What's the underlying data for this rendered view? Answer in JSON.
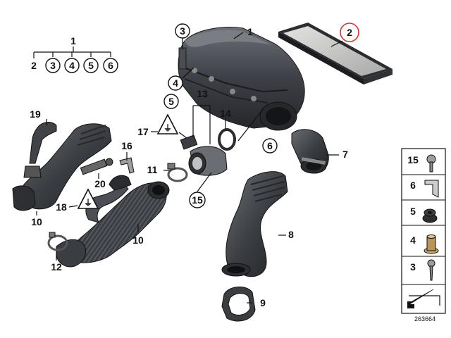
{
  "legend_tree": {
    "top": "1",
    "items": [
      "2",
      "3",
      "4",
      "5",
      "6"
    ]
  },
  "callouts": {
    "p1": "1",
    "p2": "2",
    "p3": "3",
    "p4": "4",
    "p5": "5",
    "p6": "6",
    "p7": "7",
    "p8": "8",
    "p9": "9",
    "p10a": "10",
    "p10b": "10",
    "p11": "11",
    "p12": "12",
    "p13": "13",
    "p14": "14",
    "p15": "15",
    "p16": "16",
    "p17": "17",
    "p18": "18",
    "p19": "19",
    "p20": "20"
  },
  "side_panel": {
    "rows": [
      "15",
      "6",
      "5",
      "4",
      "3"
    ]
  },
  "reference_number": "263664",
  "colors": {
    "highlight": "#d9362b",
    "part_dark": "#3a3d42",
    "part_mid": "#5a5e64",
    "filter_face": "#c8c8c6"
  },
  "icons": [
    "warning-triangle-icon",
    "screw-icon",
    "clip-icon",
    "grommet-icon",
    "spacer-icon",
    "self-tap-screw-icon",
    "arrow-down-left-icon"
  ]
}
